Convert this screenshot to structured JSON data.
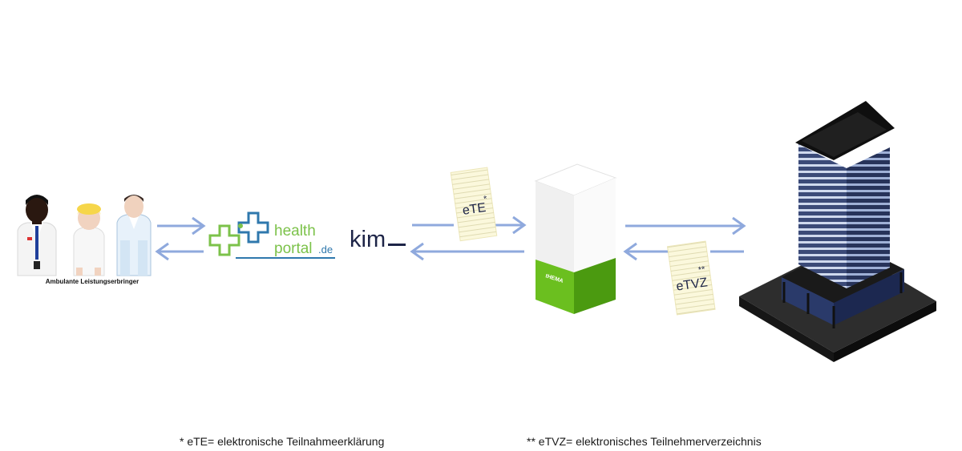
{
  "people": {
    "caption": "Ambulante Leistungserbringer"
  },
  "healthportal": {
    "word1": "health",
    "word2": "portal",
    "suffix": ".de"
  },
  "kim": {
    "text": "kim"
  },
  "ete_doc": {
    "text": "eTE",
    "sup": "*"
  },
  "etvz_doc": {
    "text": "eTVZ",
    "sup": "**"
  },
  "box": {
    "label": "tHEMA"
  },
  "footnotes": {
    "ete": "* eTE= elektronische Teilnahmeerklärung",
    "etvz": "** eTVZ= elektronisches Teilnehmerverzeichnis"
  },
  "colors": {
    "arrow": "#8fa9dd",
    "green": "#6bbf1f",
    "portal_blue": "#2f78ad",
    "kim_navy": "#1d2447",
    "doc_fill": "#fbf8dc"
  }
}
